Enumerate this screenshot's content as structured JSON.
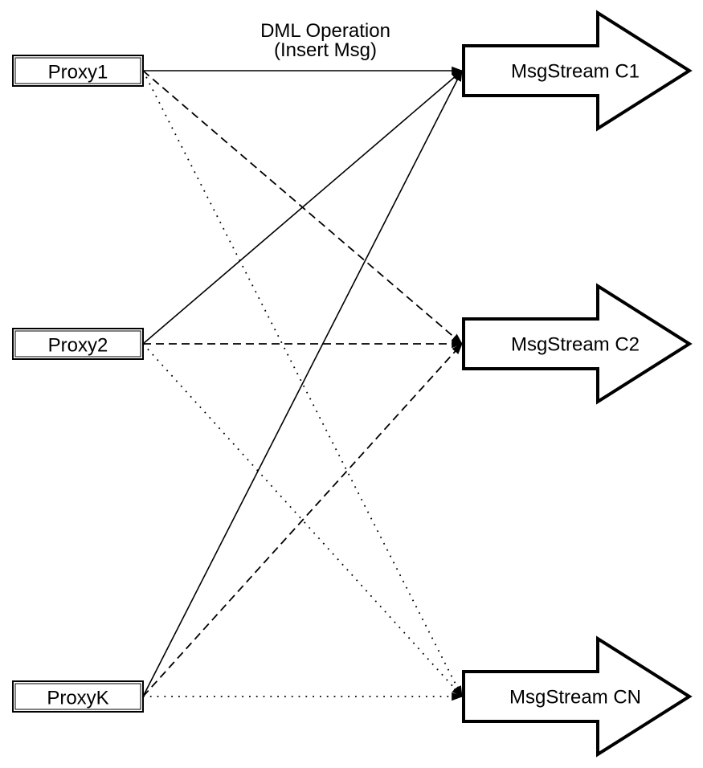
{
  "title": {
    "line1": "DML Operation",
    "line2": "(Insert Msg)"
  },
  "proxies": [
    {
      "id": "proxy1",
      "label": "Proxy1"
    },
    {
      "id": "proxy2",
      "label": "Proxy2"
    },
    {
      "id": "proxyk",
      "label": "ProxyK"
    }
  ],
  "streams": [
    {
      "id": "c1",
      "label": "MsgStream C1"
    },
    {
      "id": "c2",
      "label": "MsgStream C2"
    },
    {
      "id": "cn",
      "label": "MsgStream CN"
    }
  ],
  "edges": [
    {
      "from": "Proxy1",
      "to": "MsgStream C1",
      "style": "solid"
    },
    {
      "from": "Proxy2",
      "to": "MsgStream C1",
      "style": "solid"
    },
    {
      "from": "ProxyK",
      "to": "MsgStream C1",
      "style": "solid"
    },
    {
      "from": "Proxy1",
      "to": "MsgStream C2",
      "style": "dashed"
    },
    {
      "from": "Proxy2",
      "to": "MsgStream C2",
      "style": "dashed"
    },
    {
      "from": "ProxyK",
      "to": "MsgStream C2",
      "style": "dashed"
    },
    {
      "from": "Proxy1",
      "to": "MsgStream CN",
      "style": "dotted"
    },
    {
      "from": "Proxy2",
      "to": "MsgStream CN",
      "style": "dotted"
    },
    {
      "from": "ProxyK",
      "to": "MsgStream CN",
      "style": "dotted"
    }
  ],
  "colors": {
    "line": "#000000",
    "node_fill": "#ffffff",
    "background": "#ffffff"
  }
}
